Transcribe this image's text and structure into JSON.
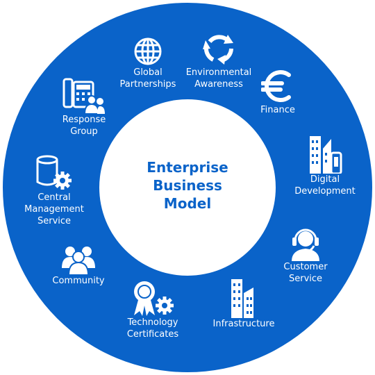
{
  "center": {
    "line1": "Enterprise",
    "line2": "Business",
    "line3": "Model"
  },
  "segments": [
    {
      "lines": [
        "Global",
        "Partnerships"
      ],
      "icon": "globe-icon"
    },
    {
      "lines": [
        "Environmental",
        "Awareness"
      ],
      "icon": "recycle-arrows-icon"
    },
    {
      "lines": [
        "Finance"
      ],
      "icon": "euro-icon"
    },
    {
      "lines": [
        "Digital",
        "Development"
      ],
      "icon": "city-buildings-icon"
    },
    {
      "lines": [
        "Customer",
        "Service"
      ],
      "icon": "headset-agent-icon"
    },
    {
      "lines": [
        "Infrastructure"
      ],
      "icon": "skyscraper-icon"
    },
    {
      "lines": [
        "Technology",
        "Certificates"
      ],
      "icon": "award-gear-icon"
    },
    {
      "lines": [
        "Community"
      ],
      "icon": "people-group-icon"
    },
    {
      "lines": [
        "Central",
        "Management",
        "Service"
      ],
      "icon": "database-gear-icon"
    },
    {
      "lines": [
        "Response",
        "Group"
      ],
      "icon": "phone-users-icon"
    }
  ],
  "colors": {
    "ring": "#0a63c9",
    "text": "#ffffff",
    "title": "#0a63c9"
  }
}
